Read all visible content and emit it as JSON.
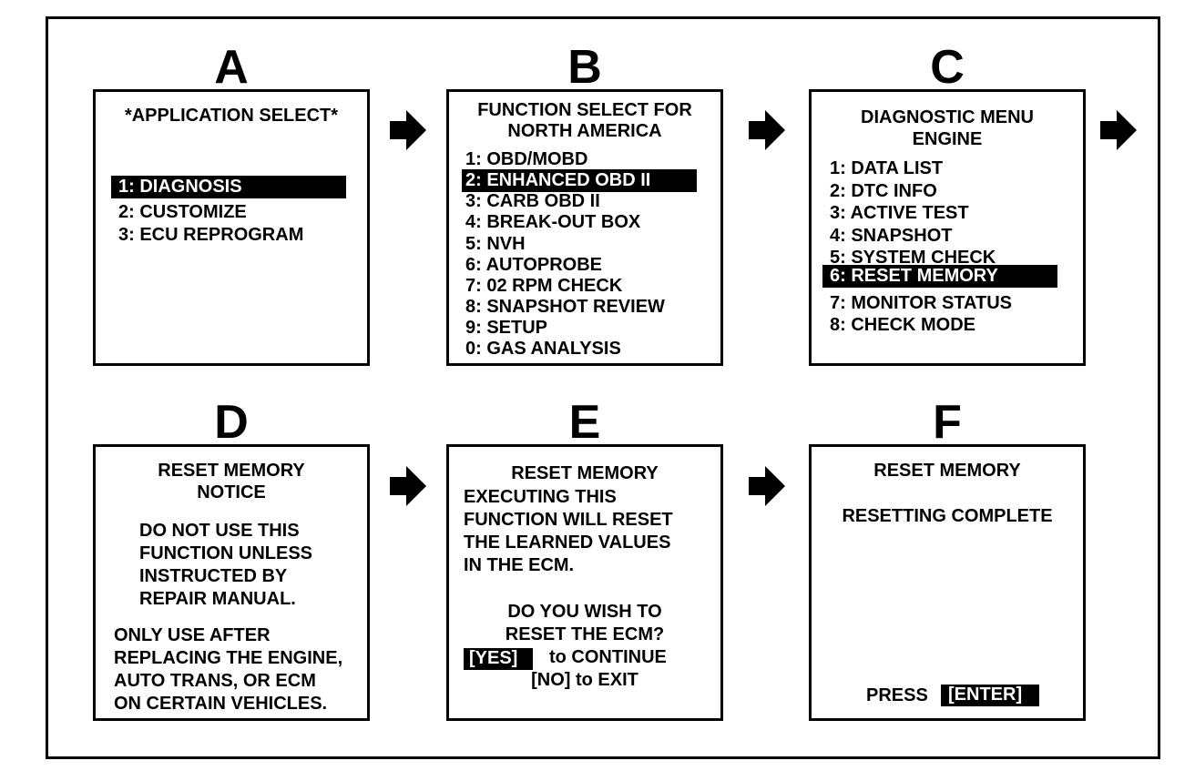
{
  "panels": {
    "a": {
      "letter": "A",
      "title": "*APPLICATION SELECT*",
      "items": [
        "1: DIAGNOSIS",
        "2:  CUSTOMIZE",
        "3:  ECU REPROGRAM"
      ]
    },
    "b": {
      "letter": "B",
      "title_line1": "FUNCTION SELECT FOR",
      "title_line2": "NORTH AMERICA",
      "items": [
        "1:  OBD/MOBD",
        "2:  ENHANCED OBD II",
        "3:  CARB OBD II",
        "4:  BREAK-OUT BOX",
        "5:  NVH",
        "6:  AUTOPROBE",
        "7:  02 RPM CHECK",
        "8:  SNAPSHOT REVIEW",
        "9:  SETUP",
        "0:  GAS ANALYSIS"
      ]
    },
    "c": {
      "letter": "C",
      "title_line1": "DIAGNOSTIC MENU",
      "title_line2": "ENGINE",
      "items": [
        "1:  DATA LIST",
        "2:  DTC INFO",
        "3:  ACTIVE TEST",
        "4:  SNAPSHOT",
        "5:  SYSTEM CHECK",
        "6:  RESET MEMORY",
        "7:  MONITOR STATUS",
        "8:  CHECK MODE"
      ]
    },
    "d": {
      "letter": "D",
      "title_line1": "RESET MEMORY",
      "title_line2": "NOTICE",
      "warning": [
        "DO NOT USE THIS",
        "FUNCTION UNLESS",
        "INSTRUCTED BY",
        "REPAIR MANUAL."
      ],
      "note": [
        "ONLY USE AFTER",
        "REPLACING THE ENGINE,",
        "AUTO TRANS, OR ECM",
        "ON CERTAIN VEHICLES."
      ]
    },
    "e": {
      "letter": "E",
      "title": "RESET MEMORY",
      "body": [
        "EXECUTING THIS",
        "FUNCTION WILL RESET",
        "THE LEARNED VALUES",
        "IN THE ECM."
      ],
      "question_line1": "DO YOU WISH TO",
      "question_line2": "RESET THE ECM?",
      "yes_key": "[YES]",
      "yes_text": "to CONTINUE",
      "no_text": "[NO] to EXIT"
    },
    "f": {
      "letter": "F",
      "title": "RESET MEMORY",
      "status": "RESETTING COMPLETE",
      "press_label": "PRESS",
      "enter_key": "[ENTER]"
    }
  }
}
